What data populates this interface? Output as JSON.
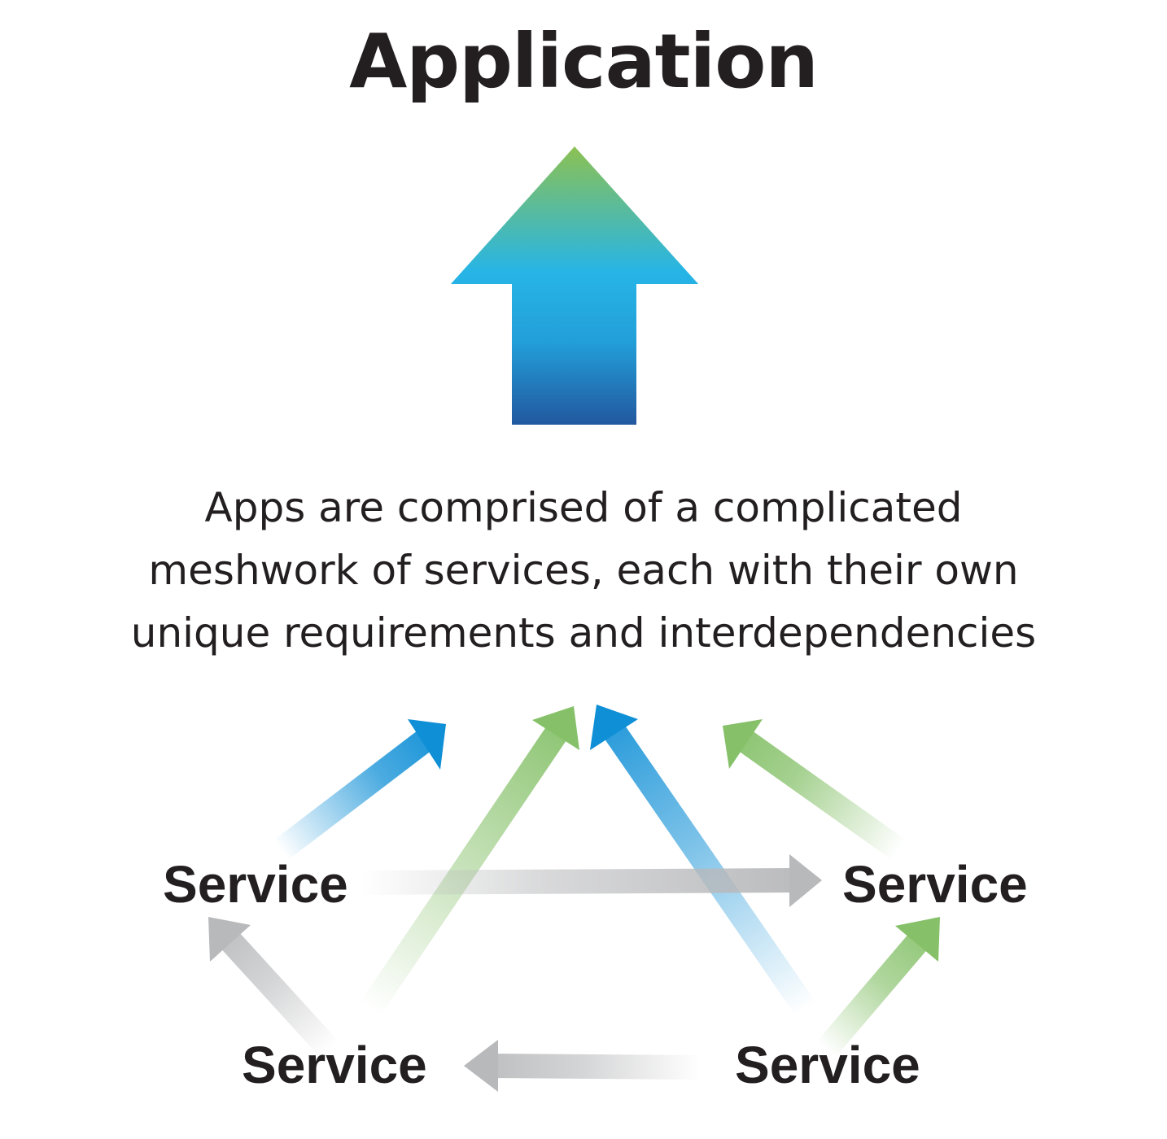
{
  "title": "Application",
  "description_lines": [
    "Apps are comprised of a complicated",
    "meshwork of services, each with their own",
    "unique requirements and interdependencies"
  ],
  "services": {
    "top_left": "Service",
    "top_right": "Service",
    "bottom_left": "Service",
    "bottom_right": "Service"
  },
  "colors": {
    "text": "#231f20",
    "main_arrow_top": "#8cc152",
    "main_arrow_mid": "#27b5e6",
    "main_arrow_bottom": "#22589f",
    "blue_arrow": "#0f8fd6",
    "green_arrow": "#86c16a",
    "gray_arrow": "#b8b9bb"
  }
}
